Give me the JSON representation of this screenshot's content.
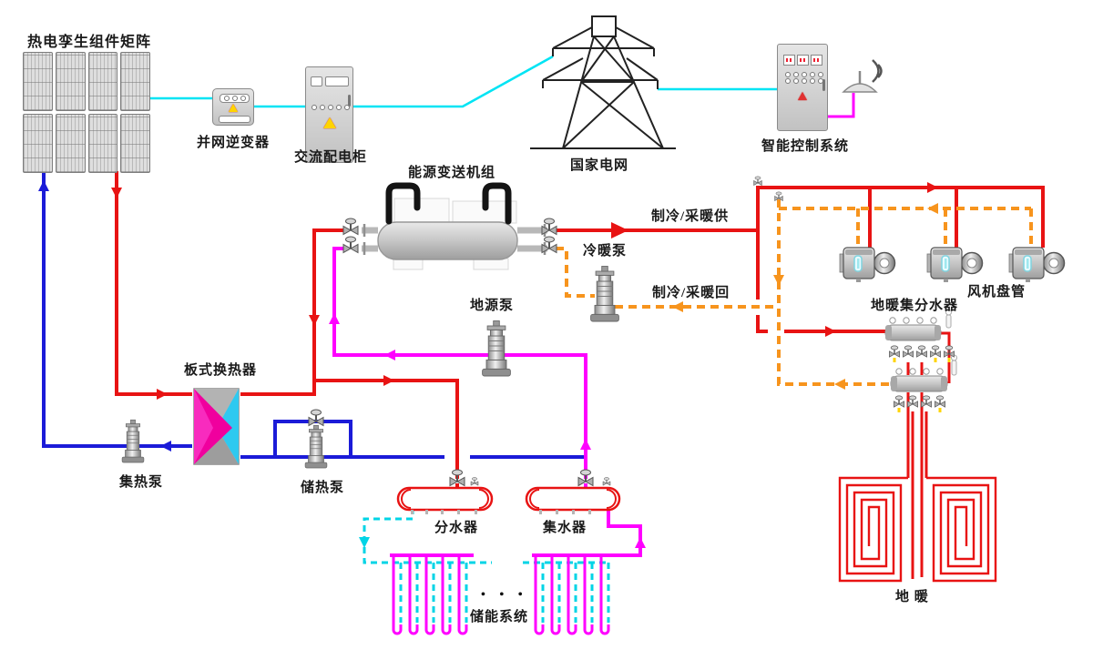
{
  "labels": {
    "solar_array": "热电孪生组件矩阵",
    "grid_inverter": "并网逆变器",
    "ac_cabinet": "交流配电柜",
    "energy_unit": "能源变送机组",
    "national_grid": "国家电网",
    "control_system": "智能控制系统",
    "supply_line": "制冷/采暖供",
    "return_line": "制冷/采暖回",
    "hc_pump": "冷暖泵",
    "fan_coil": "风机盘管",
    "floor_manifold": "地暖集分水器",
    "ground_pump": "地源泵",
    "plate_hx": "板式换热器",
    "collect_pump": "集热泵",
    "storage_pump": "储热泵",
    "divider": "分水器",
    "collector": "集水器",
    "storage_system": "储能系统",
    "floor_heating": "地 暖",
    "ellipsis": "• • •"
  },
  "colors": {
    "supply": "#e81313",
    "chilled": "#1b1bd8",
    "ground": "#ff00ff",
    "power": "#00e4f4",
    "hvacret": "#f7941d",
    "borehole": "#00d4e6"
  }
}
